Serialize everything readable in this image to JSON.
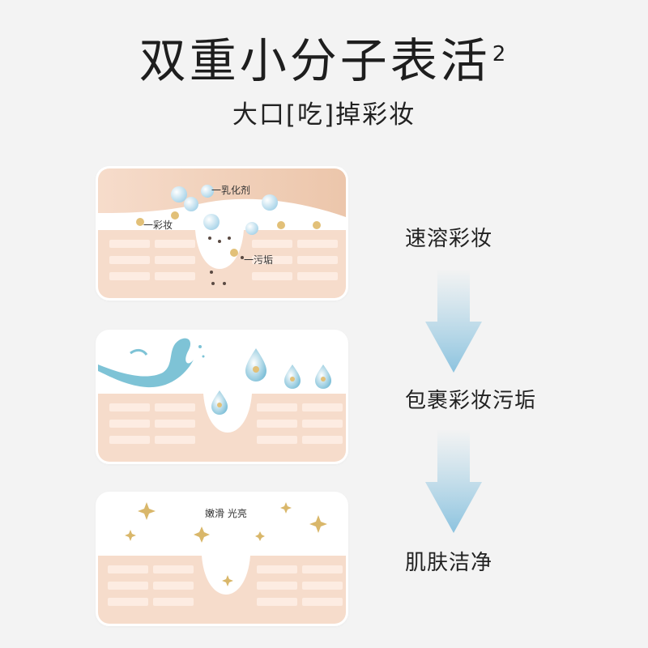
{
  "header": {
    "title": "双重小分子表活",
    "title_sup": "2",
    "subtitle": "大口[吃]掉彩妆"
  },
  "steps": [
    {
      "label": "速溶彩妆",
      "annotations": {
        "emulsifier": "一乳化剂",
        "makeup": "一彩妆",
        "dirt": "一污垢"
      }
    },
    {
      "label": "包裹彩妆污垢"
    },
    {
      "label": "肌肤洁净",
      "annotations": {
        "result": "嫩滑  光亮"
      }
    }
  ],
  "colors": {
    "skin": "#f7dccb",
    "skin_dark": "#e8c0a8",
    "cell": "#fbebe1",
    "bubble": "#a9d4e6",
    "water": "#7ec3d6",
    "makeup_dot": "#e2c078",
    "sparkle": "#d9b76a",
    "arrow": "#9fcde3"
  }
}
